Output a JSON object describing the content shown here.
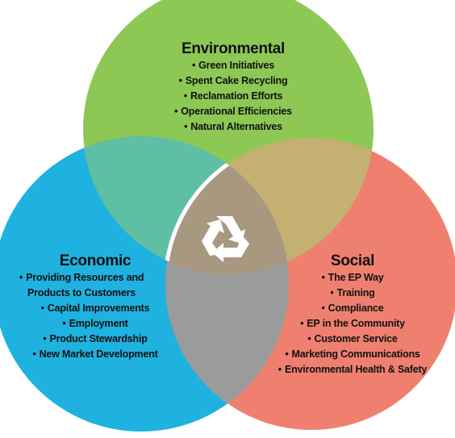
{
  "diagram": {
    "colors": {
      "environmental": "#8dc855",
      "economic": "#1fb2e0",
      "social": "#ef8070",
      "env_eco_overlap": "#5fbfa4",
      "env_soc_overlap": "#c4b070",
      "eco_soc_overlap": "#9a9b9b",
      "center": "#a89880",
      "center_outline": "#ffffff",
      "recycle_icon": "#ffffff"
    },
    "center_icon": "recycle-icon",
    "circles": [
      {
        "id": "environmental",
        "title": "Environmental",
        "items": [
          "Green Initiatives",
          "Spent Cake Recycling",
          "Reclamation Efforts",
          "Operational Efficiencies",
          "Natural Alternatives"
        ]
      },
      {
        "id": "economic",
        "title": "Economic",
        "items": [
          "Providing Resources and Products to Customers",
          "Capital Improvements",
          "Employment",
          "Product Stewardship",
          "New Market Development"
        ]
      },
      {
        "id": "social",
        "title": "Social",
        "items": [
          "The EP Way",
          "Training",
          "Compliance",
          "EP in the Community",
          "Customer Service",
          "Marketing Communications",
          "Environmental Health & Safety"
        ]
      }
    ]
  }
}
